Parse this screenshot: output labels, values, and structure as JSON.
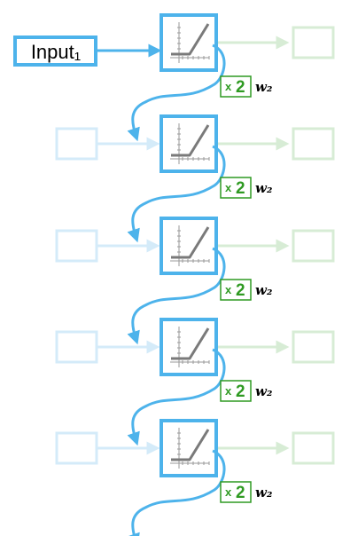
{
  "input": {
    "label": "Input₁"
  },
  "weight": {
    "multiplier_symbol": "x",
    "multiplier_value": "2",
    "name": "w₂"
  },
  "units": [
    {
      "step": 1
    },
    {
      "step": 2
    },
    {
      "step": 3
    },
    {
      "step": 4
    },
    {
      "step": 5
    }
  ],
  "colors": {
    "blue": "#4db3eb",
    "blue_faded": "#d4ebf9",
    "green_faded": "#d7ecd5",
    "green_text": "#2f9a22",
    "green_border": "#2f9a22",
    "plot_line": "#7a7a7a",
    "axis": "#999999"
  },
  "icons": {
    "unit_plot": "relu-activation-icon",
    "recurrent_arrow": "curved-arrow-icon"
  }
}
